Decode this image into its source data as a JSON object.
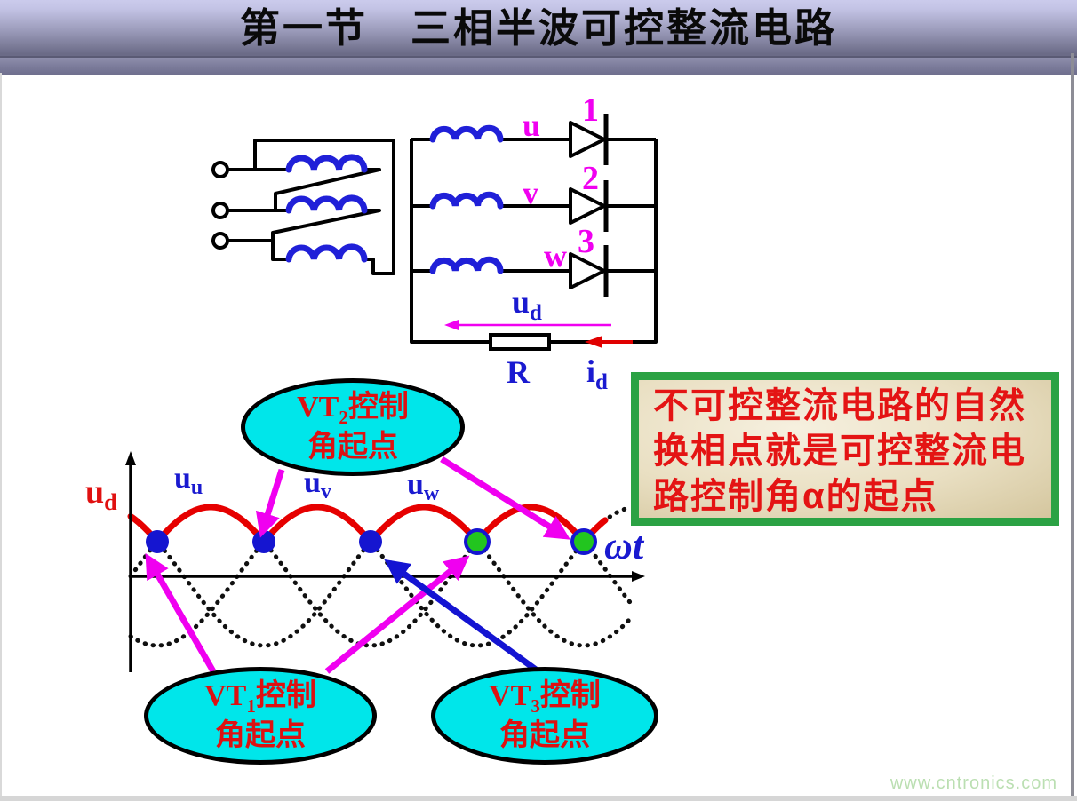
{
  "title": {
    "text": "第一节　三相半波可控整流电路"
  },
  "circuit": {
    "phases": [
      {
        "label": "u",
        "number": "1"
      },
      {
        "label": "v",
        "number": "2"
      },
      {
        "label": "w",
        "number": "3"
      }
    ],
    "ud_label": {
      "main": "u",
      "sub": "d"
    },
    "id_label": {
      "main": "i",
      "sub": "d"
    },
    "r_label": "R"
  },
  "note_box": {
    "lines": [
      "不可控整流电路的自然",
      "换相点就是可控整流电",
      "路控制角α的起点"
    ]
  },
  "callouts": {
    "vt2": {
      "prefix": "VT",
      "sub": "2",
      "suffix": "控制",
      "line2": "角起点"
    },
    "vt1": {
      "prefix": "VT",
      "sub": "1",
      "suffix": "控制",
      "line2": "角起点"
    },
    "vt3": {
      "prefix": "VT",
      "sub": "3",
      "suffix": "控制",
      "line2": "角起点"
    }
  },
  "chart_data": {
    "type": "line",
    "title": "",
    "xlabel": "ωt",
    "ylabel": {
      "main": "u",
      "sub": "d"
    },
    "x_unit": "deg",
    "x_range": [
      0,
      562
    ],
    "amplitude": 1,
    "period_deg": 360,
    "grid": false,
    "legend": false,
    "series": [
      {
        "label_main": "u",
        "label_sub": "u",
        "peak_deg": 90,
        "style": "dotted-black"
      },
      {
        "label_main": "u",
        "label_sub": "v",
        "peak_deg": 210,
        "style": "dotted-black"
      },
      {
        "label_main": "u",
        "label_sub": "w",
        "peak_deg": 330,
        "style": "dotted-black"
      }
    ],
    "envelope": {
      "description": "rectified output ud = max(uu, uv, uw), natural commutation",
      "deg_range": [
        0,
        535
      ],
      "color": "#e60000"
    },
    "commutation_points": [
      {
        "deg": 30,
        "thyristor": "VT1",
        "dot_color": "blue"
      },
      {
        "deg": 150,
        "thyristor": "VT2",
        "dot_color": "blue"
      },
      {
        "deg": 270,
        "thyristor": "VT3",
        "dot_color": "blue"
      },
      {
        "deg": 390,
        "thyristor": "VT1",
        "dot_color": "green"
      },
      {
        "deg": 510,
        "thyristor": "VT2",
        "dot_color": "green"
      }
    ]
  },
  "watermark": {
    "text": "www.cntronics.com"
  },
  "colors": {
    "wave_red": "#e60000",
    "label_blue": "#1a1ad0",
    "magenta": "#f000f0",
    "callout_cyan": "#00e6ea",
    "callout_text_red": "#dd1111",
    "note_border_green": "#2ba244",
    "note_bg": "#e9dfc2",
    "note_text_red": "#e41414",
    "dot_blue": "#1515d0",
    "dot_green": "#22c51f"
  }
}
